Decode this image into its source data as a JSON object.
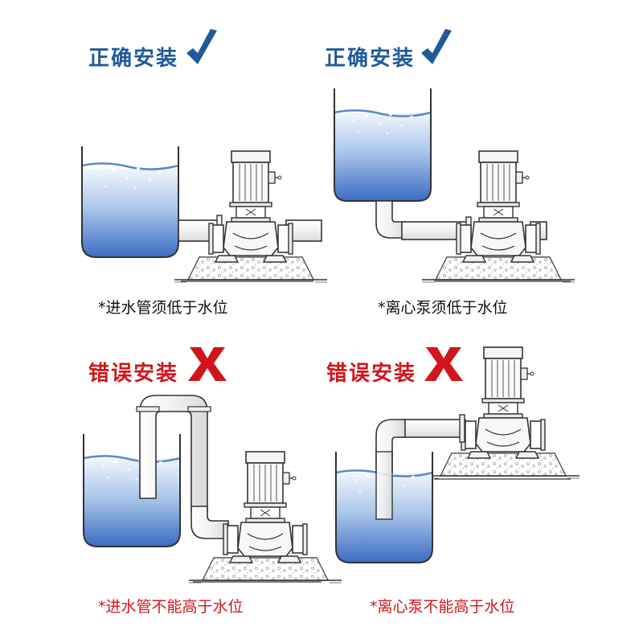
{
  "panels": [
    {
      "title": "正确安装",
      "status": "correct",
      "caption": "*进水管须低于水位",
      "mark": "check-icon"
    },
    {
      "title": "正确安装",
      "status": "correct",
      "caption": "*离心泵须低于水位",
      "mark": "check-icon"
    },
    {
      "title": "错误安装",
      "status": "wrong",
      "caption": "*进水管不能高于水位",
      "mark": "cross-icon"
    },
    {
      "title": "错误安装",
      "status": "wrong",
      "caption": "*离心泵不能高于水位",
      "mark": "cross-icon"
    }
  ],
  "colors": {
    "correct": "#1f5a9a",
    "wrong": "#d0161b",
    "water_top": "#e6f0fa",
    "water_bottom": "#3f6fc4",
    "line": "#333333"
  }
}
